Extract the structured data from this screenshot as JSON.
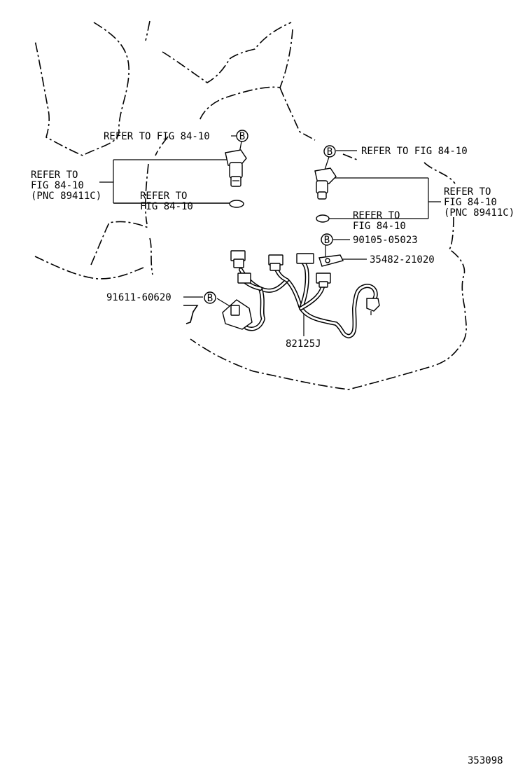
{
  "callouts": {
    "left_top": "REFER TO FIG 84-10",
    "left_pnc": [
      "REFER TO",
      "FIG 84-10",
      "(PNC 89411C)"
    ],
    "left_oring": [
      "REFER TO",
      "FIG 84-10"
    ],
    "right_top": "REFER TO FIG 84-10",
    "right_pnc": [
      "REFER TO",
      "FIG 84-10",
      "(PNC 89411C)"
    ],
    "right_oring": [
      "REFER TO",
      "FIG 84-10"
    ]
  },
  "parts": {
    "bolt_b": "90105-05023",
    "bracket": "35482-21020",
    "bolt_left": "91611-60620",
    "harness": "82125J"
  },
  "marker": "B",
  "figure_number": "353098"
}
